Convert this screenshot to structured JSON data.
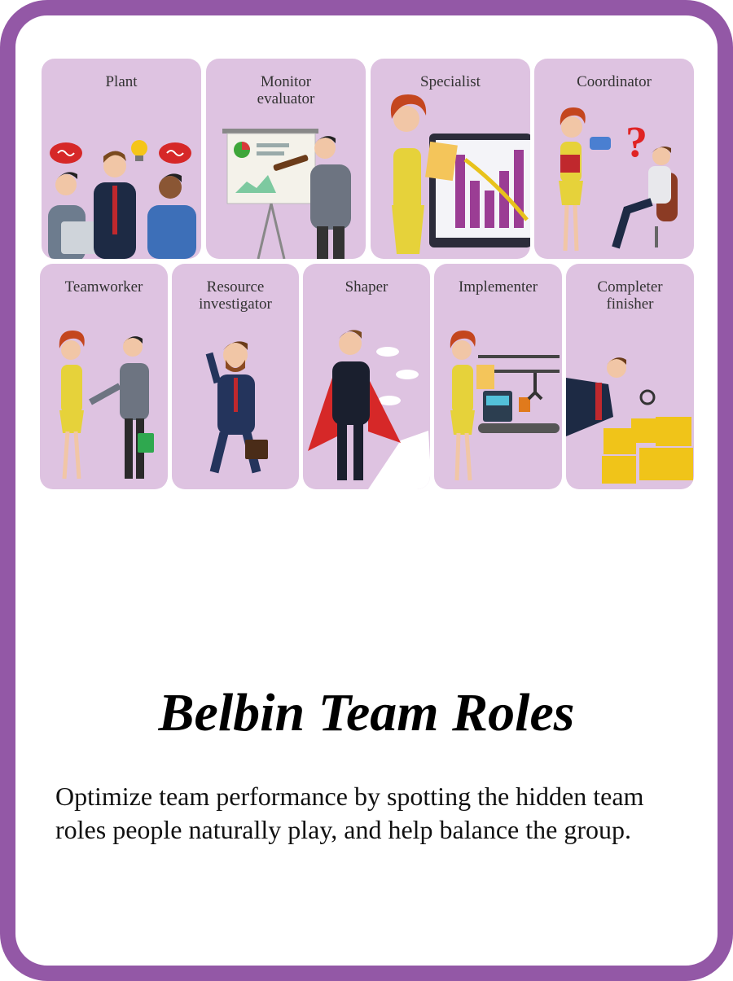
{
  "card": {
    "title": "Belbin Team Roles",
    "description": "Optimize team performance by spotting the hidden team roles people naturally play, and help balance the group.",
    "colors": {
      "frame": "#9358a6",
      "tile": "#dec3e1",
      "background": "#ffffff"
    }
  },
  "roles": {
    "plant": "Plant",
    "monitor_evaluator": "Monitor\nevaluator",
    "specialist": "Specialist",
    "coordinator": "Coordinator",
    "teamworker": "Teamworker",
    "resource_investigator": "Resource\ninvestigator",
    "shaper": "Shaper",
    "implementer": "Implementer",
    "completer_finisher": "Completer\nfinisher"
  }
}
